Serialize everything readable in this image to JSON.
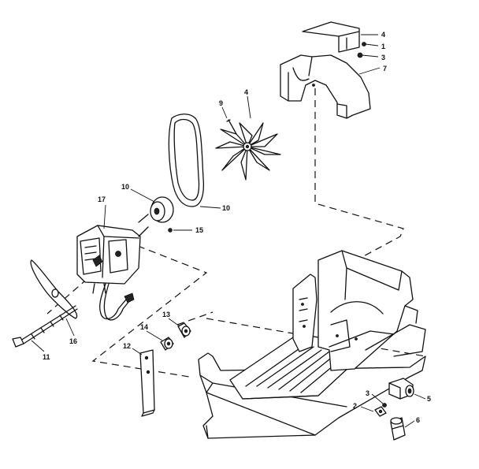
{
  "callouts": {
    "c4_top": "4",
    "c1_top": "1",
    "c3_top": "3",
    "c7": "7",
    "c9": "9",
    "c4_fan": "4",
    "c10_pulley": "10",
    "c10_belt": "10",
    "c15": "15",
    "c17": "17",
    "c13": "13",
    "c14": "14",
    "c12": "12",
    "c11": "11",
    "c16": "16",
    "c3_bottom": "3",
    "c2": "2",
    "c5": "5",
    "c6": "6"
  }
}
